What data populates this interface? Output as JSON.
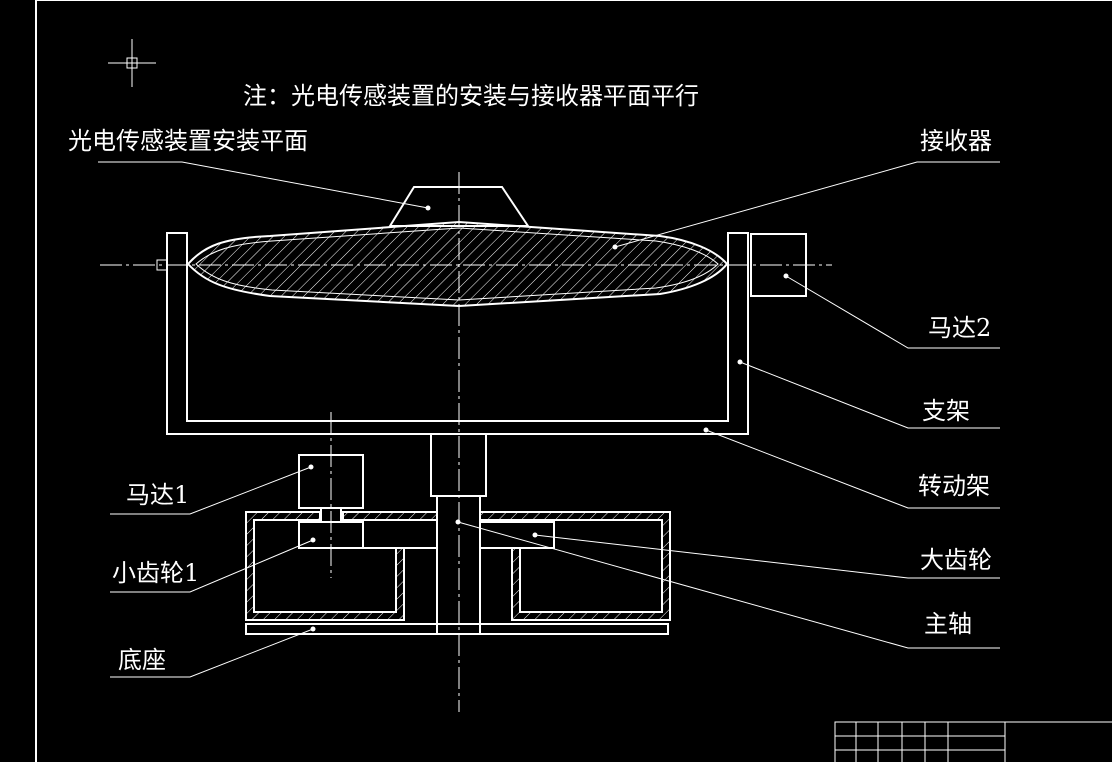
{
  "note": "注：光电传感装置的安装与接收器平面平行",
  "labels": {
    "sensor_plane": "光电传感装置安装平面",
    "receiver": "接收器",
    "motor2": "马达2",
    "bracket": "支架",
    "rotating_frame": "转动架",
    "motor1": "马达1",
    "small_gear1": "小齿轮1",
    "large_gear": "大齿轮",
    "main_shaft": "主轴",
    "base": "底座"
  },
  "colors": {
    "background": "#000000",
    "line": "#ffffff"
  }
}
